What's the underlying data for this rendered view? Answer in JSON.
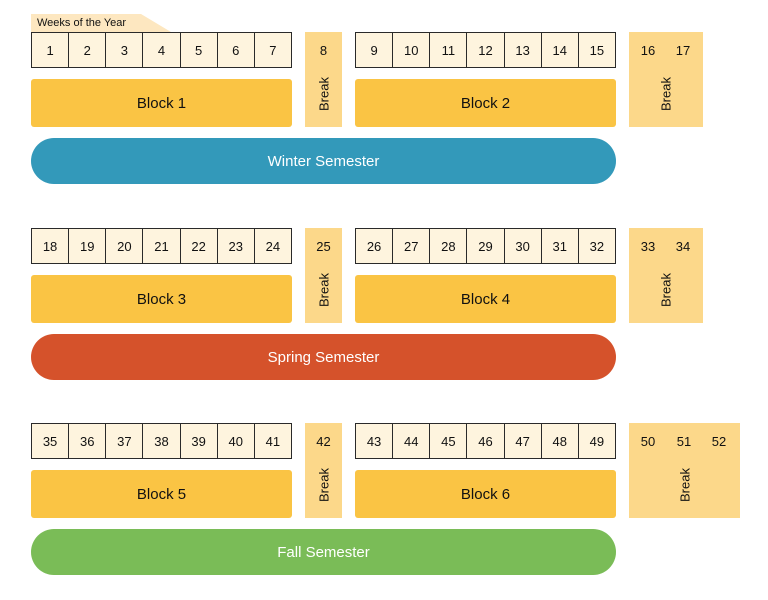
{
  "header": {
    "label": "Weeks of the Year"
  },
  "colors": {
    "block": "#fac444",
    "break": "#fcd88a",
    "week_cell": "#fef4de",
    "winter": "#3399ba",
    "spring": "#d5522b",
    "fall": "#7abc57"
  },
  "rows": [
    {
      "semester": "Winter Semester",
      "left_weeks": [
        "1",
        "2",
        "3",
        "4",
        "5",
        "6",
        "7"
      ],
      "left_block": "Block 1",
      "mid_break_week": "8",
      "mid_break_label": "Break",
      "right_weeks": [
        "9",
        "10",
        "11",
        "12",
        "13",
        "14",
        "15"
      ],
      "right_block": "Block 2",
      "end_break_weeks": [
        "16",
        "17"
      ],
      "end_break_label": "Break"
    },
    {
      "semester": "Spring Semester",
      "left_weeks": [
        "18",
        "19",
        "20",
        "21",
        "22",
        "23",
        "24"
      ],
      "left_block": "Block 3",
      "mid_break_week": "25",
      "mid_break_label": "Break",
      "right_weeks": [
        "26",
        "27",
        "28",
        "29",
        "30",
        "31",
        "32"
      ],
      "right_block": "Block 4",
      "end_break_weeks": [
        "33",
        "34"
      ],
      "end_break_label": "Break"
    },
    {
      "semester": "Fall Semester",
      "left_weeks": [
        "35",
        "36",
        "37",
        "38",
        "39",
        "40",
        "41"
      ],
      "left_block": "Block 5",
      "mid_break_week": "42",
      "mid_break_label": "Break",
      "right_weeks": [
        "43",
        "44",
        "45",
        "46",
        "47",
        "48",
        "49"
      ],
      "right_block": "Block 6",
      "end_break_weeks": [
        "50",
        "51",
        "52"
      ],
      "end_break_label": "Break"
    }
  ]
}
